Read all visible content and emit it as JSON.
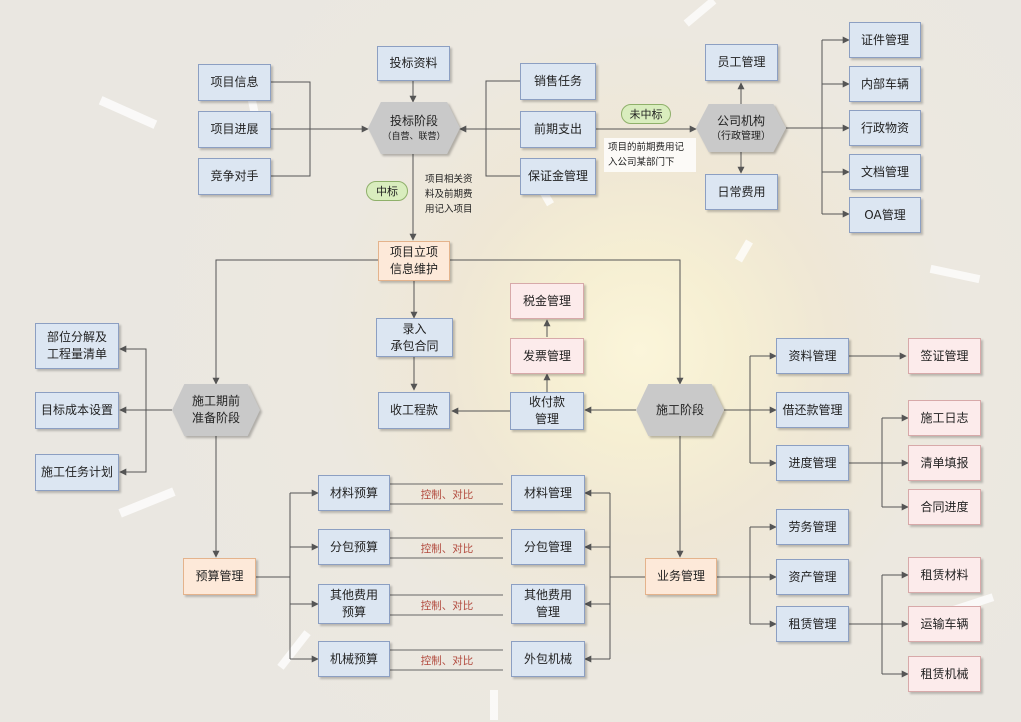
{
  "diagram": {
    "nodes": {
      "proj_info": "项目信息",
      "proj_progress": "项目进展",
      "competitor": "竞争对手",
      "bid_docs": "投标资料",
      "bid_stage": "投标阶段",
      "bid_stage_sub": "（自营、联营）",
      "sales_task": "销售任务",
      "early_expense": "前期支出",
      "deposit_mgmt": "保证金管理",
      "staff_mgmt": "员工管理",
      "company_org": "公司机构",
      "company_org_sub": "（行政管理）",
      "daily_expense": "日常费用",
      "cert_mgmt": "证件管理",
      "vehicle_internal": "内部车辆",
      "admin_supplies": "行政物资",
      "archive_mgmt": "文档管理",
      "oa_mgmt": "OA管理",
      "project_setup": "项目立项\n信息维护",
      "tax_mgmt": "税金管理",
      "invoice_mgmt": "发票管理",
      "contract_entry": "录入\n承包合同",
      "receive_payment": "收工程款",
      "payment_mgmt": "收付款\n管理",
      "construction_stage": "施工阶段",
      "preparation_stage": "施工期前\n准备阶段",
      "part_breakdown": "部位分解及\n工程量清单",
      "target_cost": "目标成本设置",
      "construction_plan": "施工任务计划",
      "data_mgmt": "资料管理",
      "visa_mgmt": "签证管理",
      "loan_mgmt": "借还款管理",
      "progress_mgmt": "进度管理",
      "construction_log": "施工日志",
      "bill_fill": "清单填报",
      "contract_progress": "合同进度",
      "material_budget": "材料预算",
      "material_mgmt": "材料管理",
      "subcontract_budget": "分包预算",
      "subcontract_mgmt": "分包管理",
      "other_budget": "其他费用\n预算",
      "other_mgmt": "其他费用\n管理",
      "machine_budget": "机械预算",
      "outsourced_machine": "外包机械",
      "budget_mgmt": "预算管理",
      "business_mgmt": "业务管理",
      "labor_mgmt": "劳务管理",
      "asset_mgmt": "资产管理",
      "lease_mgmt": "租赁管理",
      "lease_material": "租赁材料",
      "transport_vehicle": "运输车辆",
      "lease_machine": "租赁机械"
    },
    "labels": {
      "win_bid": "中标",
      "lose_bid": "未中标",
      "win_note": "项目相关资\n料及前期费\n用记入项目",
      "lose_note": "项目的前期费用记\n入公司某部门下",
      "control_compare": "控制、对比"
    }
  }
}
